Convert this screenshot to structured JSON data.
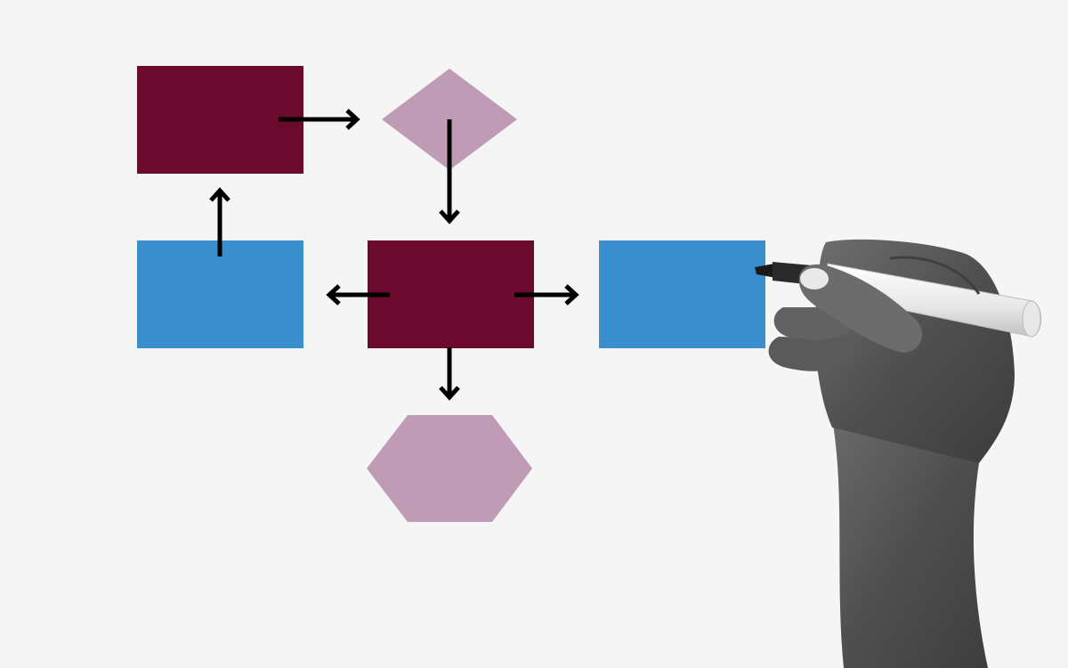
{
  "diagram": {
    "type": "flowchart",
    "background": "#f5f5f5",
    "colors": {
      "maroon": "#6a0a2d",
      "blue": "#3b8fcc",
      "mauve": "#bf9bb6",
      "arrow": "#000000"
    },
    "nodes": [
      {
        "id": "process-top-left",
        "shape": "rectangle",
        "color": "maroon",
        "label": ""
      },
      {
        "id": "decision-top",
        "shape": "diamond",
        "color": "mauve",
        "label": ""
      },
      {
        "id": "input-left",
        "shape": "rectangle",
        "color": "blue",
        "label": ""
      },
      {
        "id": "process-center",
        "shape": "rectangle",
        "color": "maroon",
        "label": ""
      },
      {
        "id": "input-right",
        "shape": "rectangle",
        "color": "blue",
        "label": ""
      },
      {
        "id": "end-hexagon",
        "shape": "hexagon",
        "color": "mauve",
        "label": ""
      }
    ],
    "edges": [
      {
        "from": "process-top-left",
        "to": "decision-top"
      },
      {
        "from": "decision-top",
        "to": "process-center"
      },
      {
        "from": "input-left",
        "to": "process-top-left"
      },
      {
        "from": "process-center",
        "to": "input-left"
      },
      {
        "from": "process-center",
        "to": "input-right"
      },
      {
        "from": "process-center",
        "to": "end-hexagon"
      }
    ]
  },
  "illustration": {
    "subject": "hand-holding-marker",
    "style": "grayscale"
  }
}
